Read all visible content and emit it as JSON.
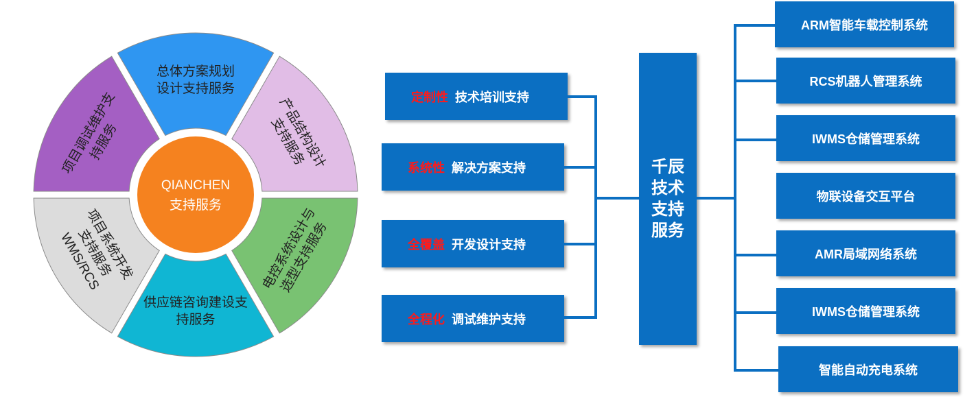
{
  "wheel": {
    "center_label": [
      "QIANCHEN",
      "支持服务"
    ],
    "segments": [
      {
        "lines": [
          "总体方案规划",
          "设计支持服务"
        ],
        "color": "#2f96f1"
      },
      {
        "lines": [
          "产品结构设计",
          "支持服务"
        ],
        "color": "#e1bde6"
      },
      {
        "lines": [
          "电控系统设计与",
          "选型支持服务"
        ],
        "color": "#79c272"
      },
      {
        "lines": [
          "供应链咨询建设支",
          "持服务"
        ],
        "color": "#10b6d3"
      },
      {
        "lines": [
          "项目系统开发",
          "支持服务",
          "WMS/RCS"
        ],
        "color": "#dcdcdc"
      },
      {
        "lines": [
          "项目调试维护支",
          "持服务"
        ],
        "color": "#a45fc3"
      }
    ]
  },
  "left_boxes": [
    {
      "keyword": "定制性",
      "label": "技术培训支持"
    },
    {
      "keyword": "系统性",
      "label": "解决方案支持"
    },
    {
      "keyword": "全覆盖",
      "label": "开发设计支持"
    },
    {
      "keyword": "全程化",
      "label": "调试维护支持"
    }
  ],
  "center": {
    "lines": [
      "千辰",
      "技术",
      "支持",
      "服务"
    ]
  },
  "right_boxes": [
    "ARM智能车载控制系统",
    "RCS机器人管理系统",
    "IWMS仓储管理系统",
    "物联设备交互平台",
    "AMR局域网络系统",
    "IWMS仓储管理系统",
    "智能自动充电系统"
  ],
  "colors": {
    "box_blue": "#0b6fc2",
    "keyword_red": "#ff1a1a",
    "center_orange": "#f5821f"
  }
}
